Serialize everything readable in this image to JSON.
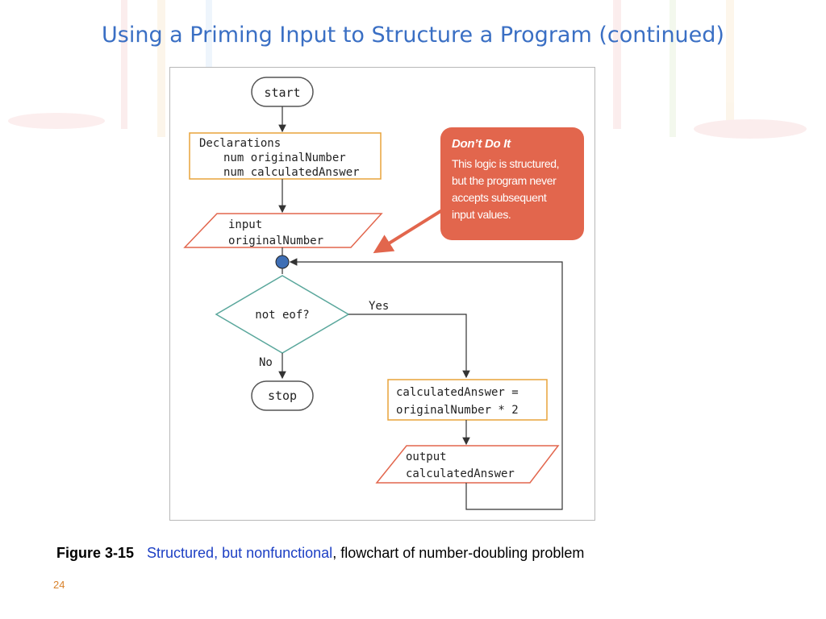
{
  "slide": {
    "title": "Using a Priming Input to Structure a Program (continued)",
    "page_number": "24"
  },
  "flowchart": {
    "start": "start",
    "declarations": [
      "Declarations",
      "num originalNumber",
      "num calculatedAnswer"
    ],
    "input": [
      "input",
      "originalNumber"
    ],
    "decision": "not eof?",
    "yes_label": "Yes",
    "no_label": "No",
    "stop": "stop",
    "process": [
      "calculatedAnswer =",
      "originalNumber * 2"
    ],
    "output": [
      "output",
      "calculatedAnswer"
    ]
  },
  "callout": {
    "title": "Don’t Do It",
    "lines": [
      "This logic is structured,",
      "but the program never",
      "accepts subsequent",
      "input values."
    ]
  },
  "caption": {
    "figure": "Figure 3-15",
    "link_text": "Structured, but nonfunctional",
    "rest": ", flowchart of number-doubling problem"
  },
  "colors": {
    "title": "#3a6fc4",
    "callout_bg": "#e2664d",
    "process_border": "#e8a33a",
    "io_border": "#e2664d",
    "decision_border": "#5aa79c",
    "connector_dot": "#3f6fb5",
    "caption_link": "#1c3fc4",
    "page_number": "#d9822b"
  }
}
